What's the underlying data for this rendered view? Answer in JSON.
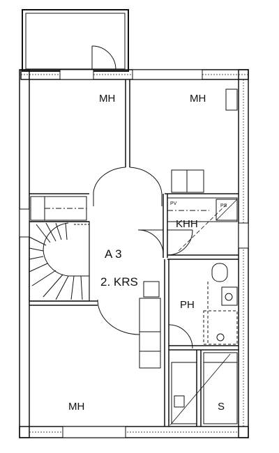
{
  "plan": {
    "apartment": "A 3",
    "floor": "2. KRS",
    "rooms": {
      "bedroom_top_left": "MH",
      "bedroom_top_right": "MH",
      "bedroom_bottom": "MH",
      "kitchen": "KHH",
      "bathroom": "PH",
      "sauna": "S"
    },
    "fixtures": {
      "pv_mark": "PV",
      "ps_mark": "PS"
    }
  }
}
